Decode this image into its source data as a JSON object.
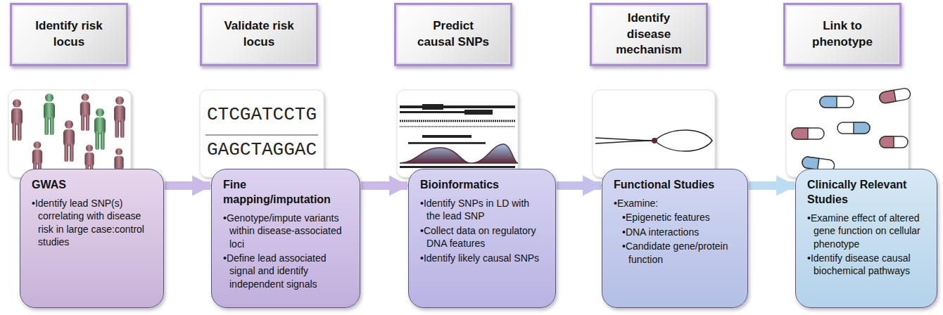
{
  "diagram": {
    "nodes": [
      {
        "text": [
          "Identify risk locus"
        ]
      },
      {
        "text": [
          "GWAS",
          "•Identify lead SNP(s) correlating with disease risk in large case:control studies"
        ]
      },
      {
        "text": [
          "Validate risk locus"
        ]
      },
      {
        "text": [
          "Fine mapping/imputation",
          "•Genotype/impute variants within disease-associated loci",
          "•Define lead associated signal and identify independent signals"
        ]
      },
      {
        "text": [
          "Predict causal SNPs"
        ]
      },
      {
        "text": [
          "Bioinformatics",
          "•Identify SNPs in LD with the lead SNP",
          "•Collect data on regulatory DNA features",
          "•Identify likely causal SNPs"
        ]
      },
      {
        "text": [
          "Identify disease mechanism"
        ]
      },
      {
        "text": [
          "Functional Studies",
          "•Examine:",
          "•Epigenetic features",
          "•DNA interactions",
          "•Candidate gene/protein function"
        ]
      },
      {
        "text": [
          "Link to phenotype"
        ]
      },
      {
        "text": [
          "Clinically Relevant Studies",
          "•Examine effect of altered gene function on cellular phenotype",
          "•Identify disease causal biochemical pathways"
        ]
      }
    ],
    "edges": [
      {
        "from": 1,
        "to": 3,
        "arrow": "to"
      },
      {
        "from": 3,
        "to": 5,
        "arrow": "to"
      },
      {
        "from": 5,
        "to": 7,
        "arrow": "to"
      },
      {
        "from": 7,
        "to": 9,
        "arrow": "to"
      }
    ],
    "labels": [
      "CTCGATCCTG",
      "GAGCTAGGAC"
    ]
  }
}
